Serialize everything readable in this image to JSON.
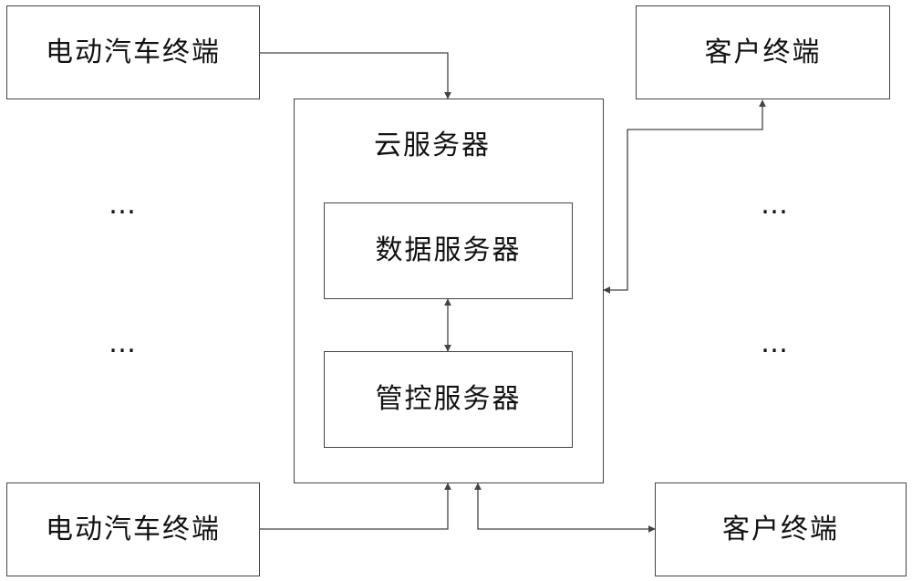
{
  "diagram": {
    "ev_terminal_top": "电动汽车终端",
    "ev_terminal_bottom": "电动汽车终端",
    "client_terminal_top": "客户终端",
    "client_terminal_bottom": "客户终端",
    "cloud_server": "云服务器",
    "data_server": "数据服务器",
    "control_server": "管控服务器",
    "ellipsis_left_1": "…",
    "ellipsis_left_2": "…",
    "ellipsis_right_1": "…",
    "ellipsis_right_2": "…"
  },
  "colors": {
    "line": "#444444",
    "background": "#ffffff",
    "text": "#111111"
  }
}
